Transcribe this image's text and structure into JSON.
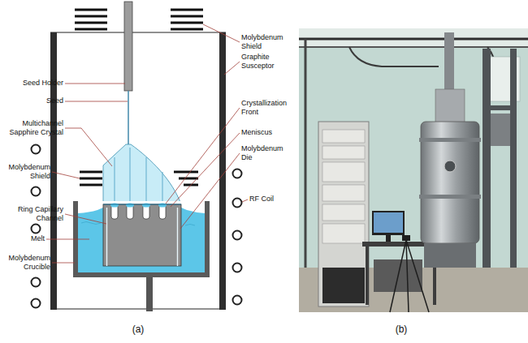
{
  "diagram": {
    "labels": [
      "Seed Holder",
      "Seed",
      "Multichannel Sapphire Crystal",
      "Molybdenum Shield",
      "Ring Capillary Channel",
      "Melt",
      "Molybdenum Crucible",
      "Molybdenum Shield",
      "Graphite Susceptor",
      "Crystallization Front",
      "Meniscus",
      "Molybdenum Die",
      "RF Coil",
      "(a)",
      "(b)"
    ]
  }
}
